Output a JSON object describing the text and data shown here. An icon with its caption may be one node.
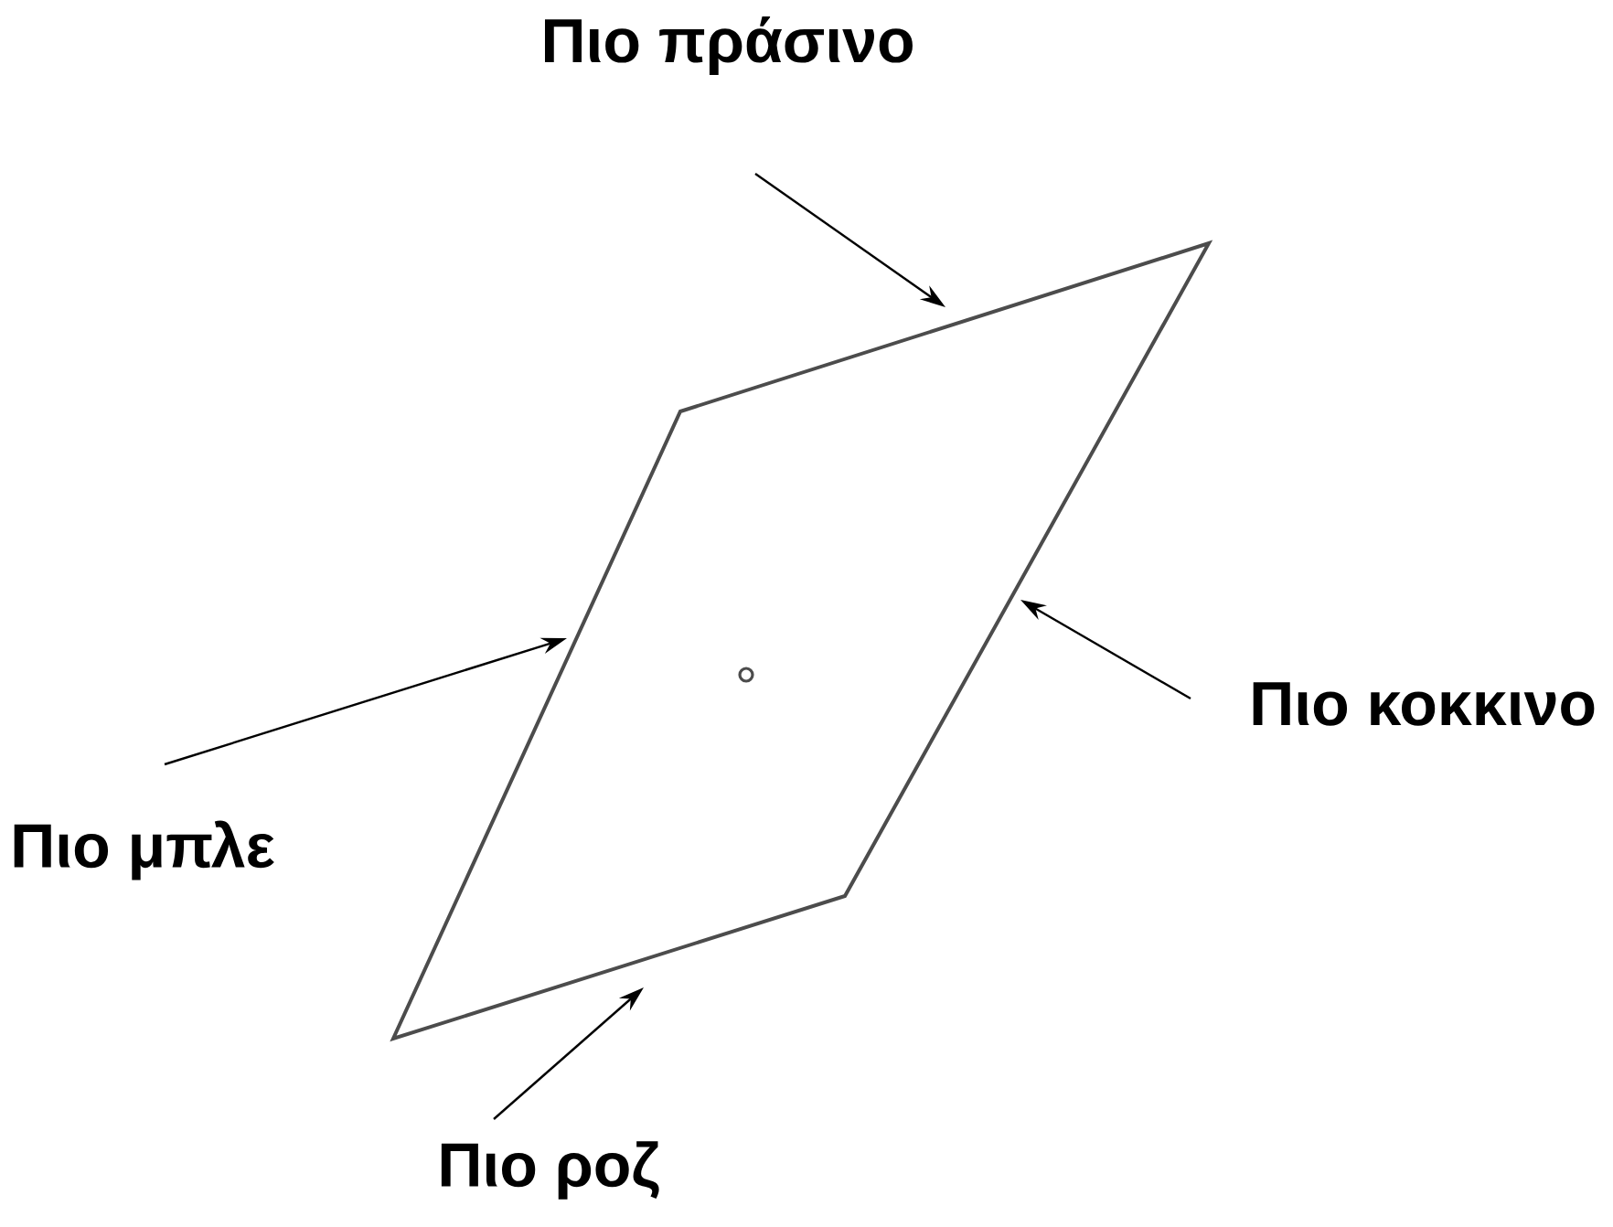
{
  "diagram": {
    "nodes": [
      {
        "text": [],
        "shape": "parallelogram"
      },
      {
        "text": [
          "Πιο πράσινο"
        ]
      },
      {
        "text": [
          "Πιο κοκκινο"
        ]
      },
      {
        "text": [
          "Πιο μπλε"
        ]
      },
      {
        "text": [
          "Πιο ροζ"
        ]
      }
    ],
    "edges": [
      {
        "from": 1,
        "to": 0,
        "arrow": "to"
      },
      {
        "from": 2,
        "to": 0,
        "arrow": "to"
      },
      {
        "from": 3,
        "to": 0,
        "arrow": "to"
      },
      {
        "from": 4,
        "to": 0,
        "arrow": "to"
      }
    ]
  }
}
